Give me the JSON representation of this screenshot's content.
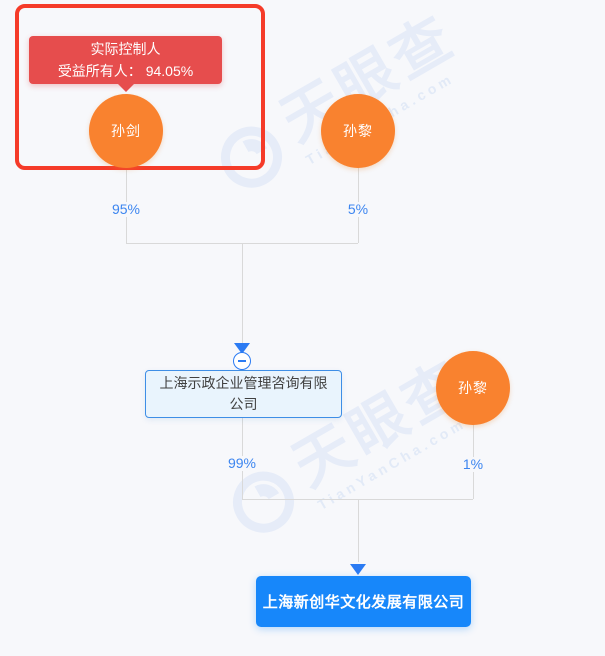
{
  "watermark": {
    "brand": "天眼查",
    "domain": "TianYanCha.com"
  },
  "highlight": {
    "line1": "实际控制人",
    "line2": "受益所有人： 94.05%"
  },
  "nodes": {
    "sun_jian": "孙剑",
    "sun_li_top": "孙黎",
    "sun_li_mid": "孙黎",
    "holding_company": "上海示政企业管理咨询有限公司",
    "target_company": "上海新创华文化发展有限公司"
  },
  "ownership": {
    "sun_jian_pct": "95%",
    "sun_li_top_pct": "5%",
    "holding_pct": "99%",
    "sun_li_mid_pct": "1%"
  },
  "icons": {
    "collapse_toggle": "minus-circle",
    "edge_arrow": "triangle-down",
    "watermark_logo": "tianyancha-logo"
  },
  "colors": {
    "background": "#F7F8FB",
    "person_node": "#F9822F",
    "target_box": "#1787FA",
    "highlight_border": "#F53B29",
    "highlight_badge": "#E64D4D",
    "connector": "#D9D9D9",
    "percent_text": "#3D86F0",
    "company_box_border": "#3E8EE6",
    "company_box_fill": "#E9F4FD"
  }
}
